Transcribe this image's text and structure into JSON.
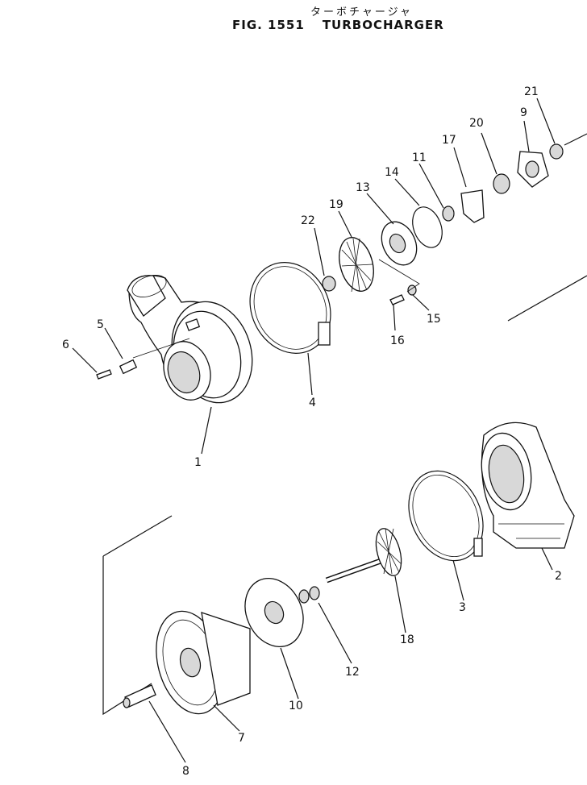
{
  "title": {
    "kana": "ターボチャージャ",
    "fig_number": "FIG. 1551",
    "name": "TURBOCHARGER"
  },
  "callouts": [
    "1",
    "2",
    "3",
    "4",
    "5",
    "6",
    "7",
    "8",
    "9",
    "10",
    "11",
    "12",
    "13",
    "14",
    "15",
    "16",
    "17",
    "18",
    "19",
    "20",
    "21",
    "22"
  ]
}
